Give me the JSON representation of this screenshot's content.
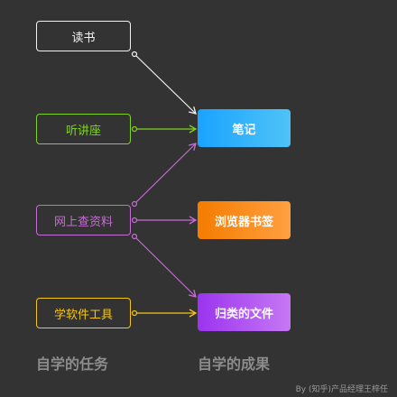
{
  "tasks": [
    {
      "label": "读书",
      "color": "#f2f2f2"
    },
    {
      "label": "听讲座",
      "color": "#7ed321"
    },
    {
      "label": "网上查资料",
      "color": "#c76bd6"
    },
    {
      "label": "学软件工具",
      "color": "#f5c518"
    }
  ],
  "results": [
    {
      "label": "笔记",
      "color": "#1aa3ff"
    },
    {
      "label": "浏览器书签",
      "color": "#f57c00"
    },
    {
      "label": "归类的文件",
      "color": "#9b34ef"
    }
  ],
  "captions": {
    "tasks": "自学的任务",
    "results": "自学的成果"
  },
  "credit": "By (知乎)产品经理王梓任"
}
